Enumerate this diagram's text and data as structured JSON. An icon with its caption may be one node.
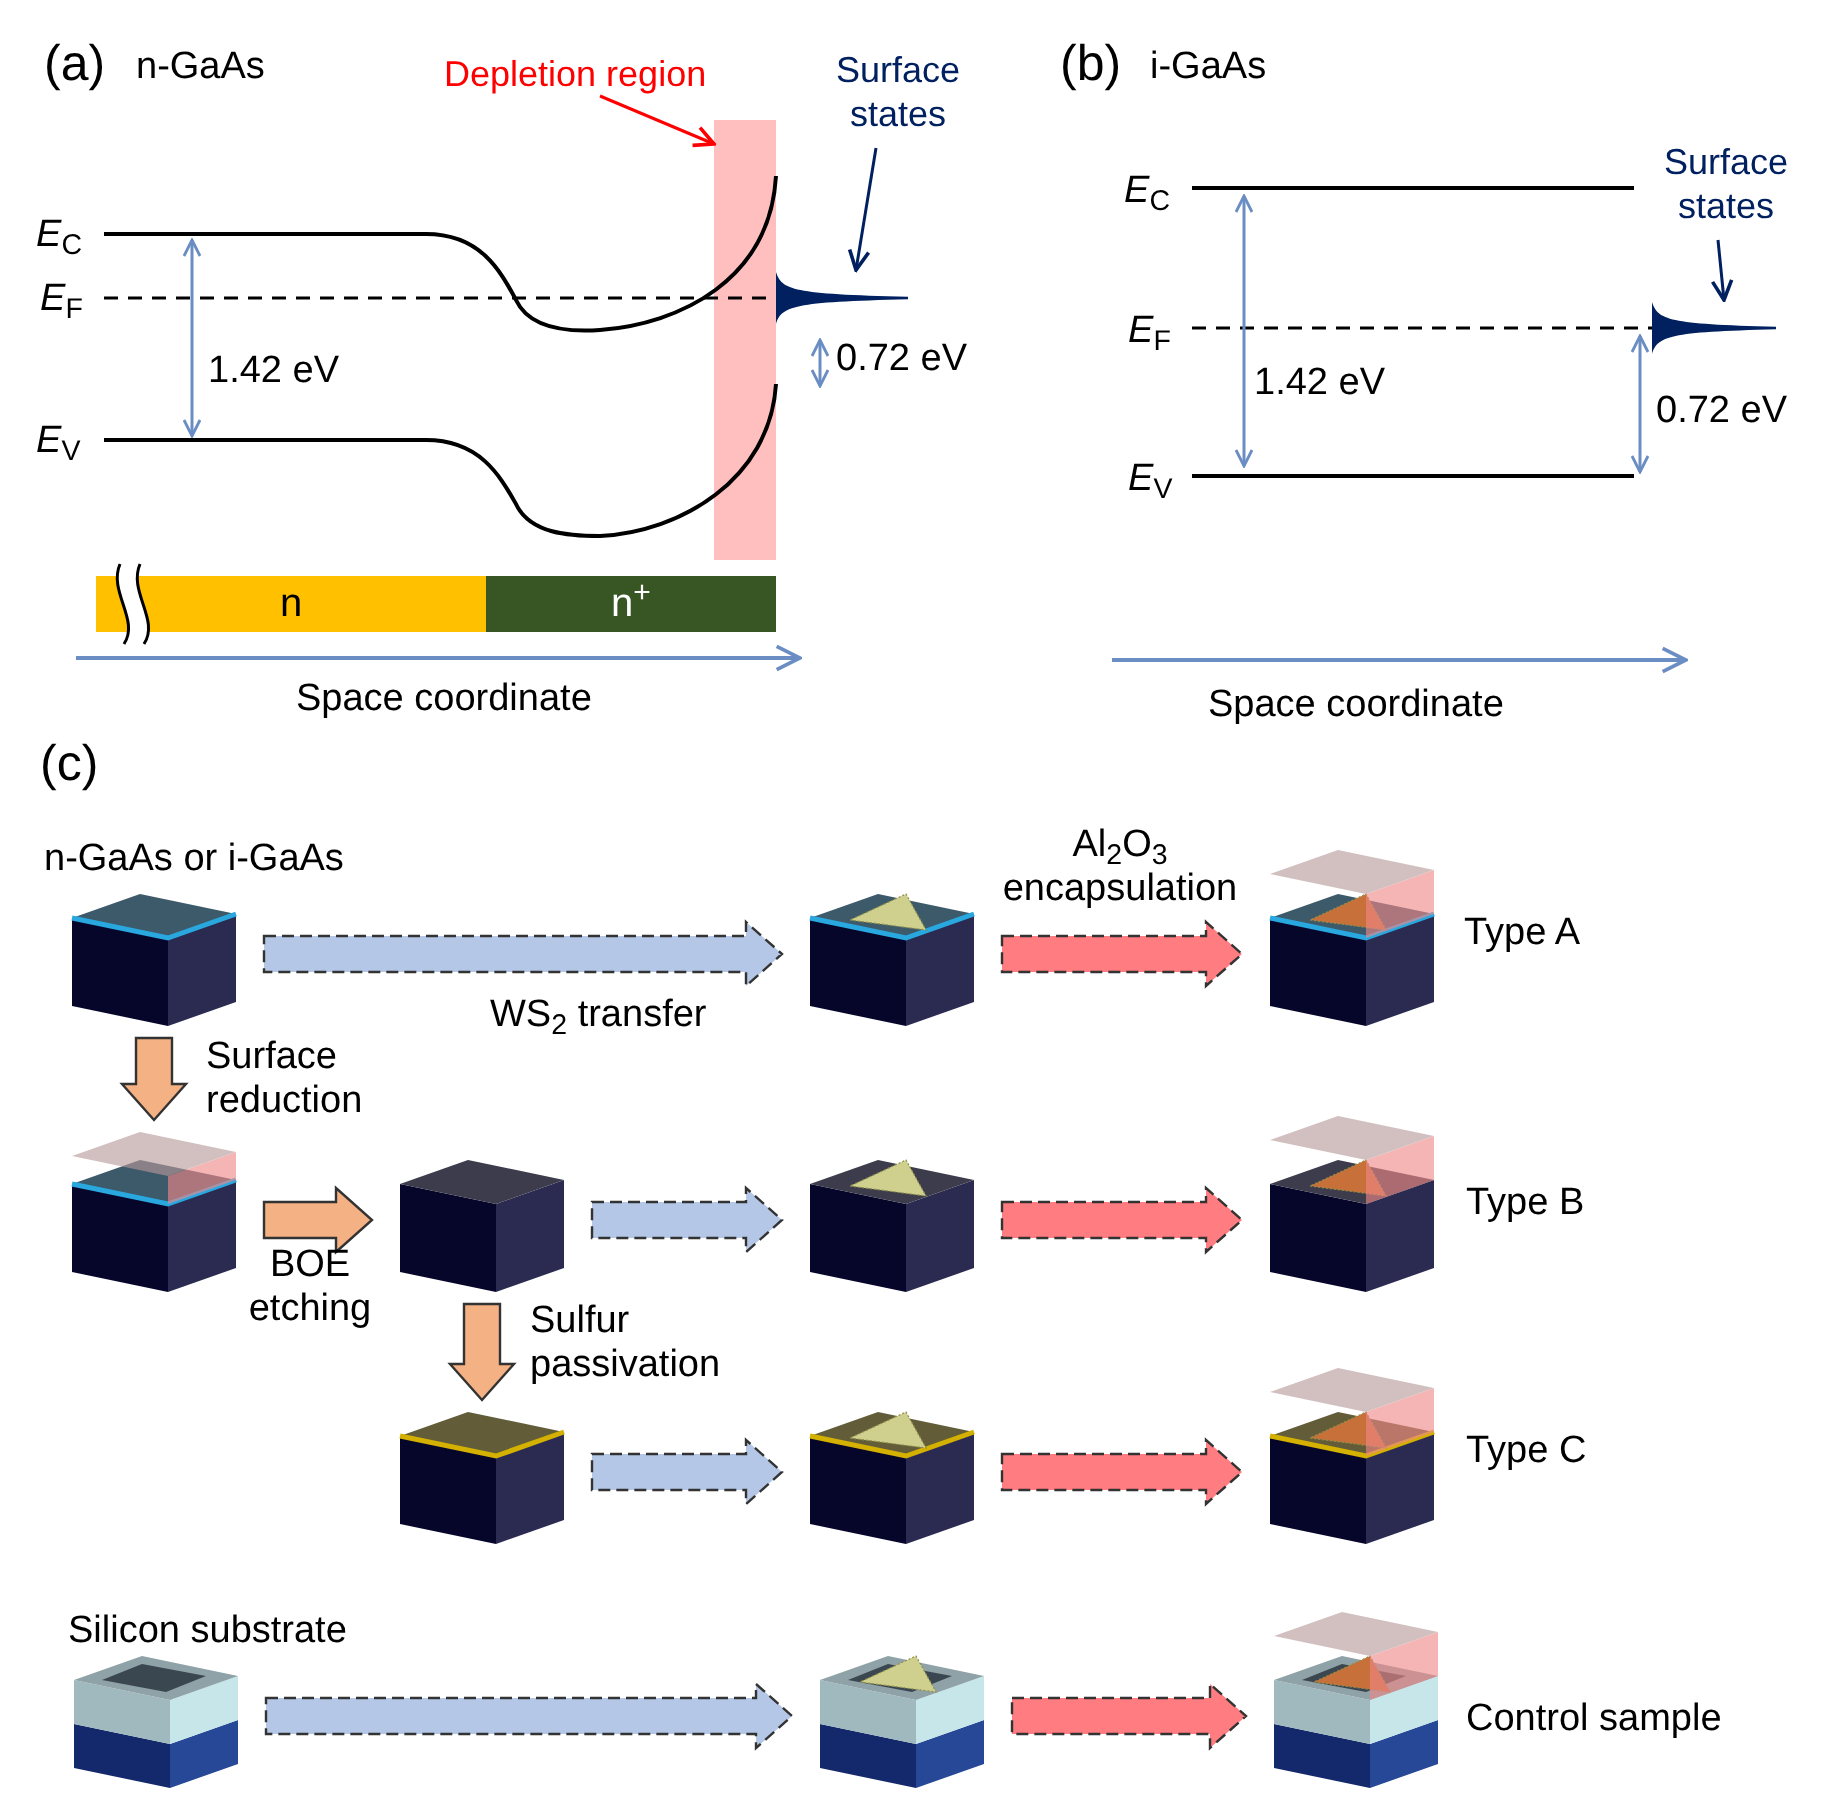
{
  "diagram": {
    "nodes": [
      {
        "text": [
          "Depletion region"
        ]
      },
      {
        "text": [
          "Surface states"
        ]
      },
      {
        "text": [],
        "shape": "bar"
      },
      {
        "text": [],
        "shape": "peak"
      },
      {
        "text": [
          "n"
        ]
      },
      {
        "text": [
          "n$^{+}$"
        ]
      },
      {
        "text": [
          "Surface states"
        ]
      },
      {
        "text": [],
        "shape": "peak"
      },
      {
        "text": [],
        "shape": "picture",
        "beside": [
          "n-GaAs or i-GaAs"
        ]
      },
      {
        "text": [],
        "shape": "picture"
      },
      {
        "text": [],
        "shape": "picture",
        "beside": [
          "Type A"
        ]
      },
      {
        "text": [],
        "shape": "picture"
      },
      {
        "text": [],
        "shape": "picture"
      },
      {
        "text": [],
        "shape": "picture"
      },
      {
        "text": [],
        "shape": "picture",
        "beside": [
          "Type B"
        ]
      },
      {
        "text": [],
        "shape": "picture"
      },
      {
        "text": [],
        "shape": "picture"
      },
      {
        "text": [],
        "shape": "picture",
        "beside": [
          "Type C"
        ]
      },
      {
        "text": [],
        "shape": "picture",
        "beside": [
          "Silicon substrate"
        ]
      },
      {
        "text": [],
        "shape": "picture"
      },
      {
        "text": [],
        "shape": "picture",
        "beside": [
          "Control sample"
        ]
      }
    ],
    "edges": [
      {
        "from": 0,
        "to": 2,
        "arrow": "to",
        "color": "#ff0000"
      },
      {
        "from": 1,
        "to": 3,
        "arrow": "to",
        "color": "#002060"
      },
      {
        "from": 6,
        "to": 7,
        "arrow": "to",
        "color": "#002060"
      },
      {
        "from": 8,
        "to": 9,
        "arrow": "to",
        "label": "WS$_{2}$ transfer",
        "style": "dashed",
        "color": "#b4c7e7"
      },
      {
        "from": 9,
        "to": 10,
        "arrow": "to",
        "label": "Al$_{2}$O$_{3}$ encapsulation",
        "style": "dashed",
        "color": "#ff7c80"
      },
      {
        "from": 8,
        "to": 11,
        "arrow": "to",
        "label": "Surface reduction",
        "color": "#f4b183"
      },
      {
        "from": 11,
        "to": 12,
        "arrow": "to",
        "label": "BOE etching",
        "color": "#f4b183"
      },
      {
        "from": 12,
        "to": 13,
        "arrow": "to",
        "style": "dashed",
        "color": "#b4c7e7"
      },
      {
        "from": 13,
        "to": 14,
        "arrow": "to",
        "style": "dashed",
        "color": "#ff7c80"
      },
      {
        "from": 12,
        "to": 15,
        "arrow": "to",
        "label": "Sulfur passivation",
        "color": "#f4b183"
      },
      {
        "from": 15,
        "to": 16,
        "arrow": "to",
        "style": "dashed",
        "color": "#b4c7e7"
      },
      {
        "from": 16,
        "to": 17,
        "arrow": "to",
        "style": "dashed",
        "color": "#ff7c80"
      },
      {
        "from": 18,
        "to": 19,
        "arrow": "to",
        "style": "dashed",
        "color": "#b4c7e7"
      },
      {
        "from": 19,
        "to": 20,
        "arrow": "to",
        "style": "dashed",
        "color": "#ff7c80"
      }
    ],
    "labels": [
      "(a)",
      "n-GaAs",
      "*E*$_{C}$",
      "*E*$_{F}$",
      "*E*$_{V}$",
      "1.42 eV",
      "0.72 eV",
      "Space coordinate",
      "(b)",
      "i-GaAs",
      "*E*$_{C}$",
      "*E*$_{F}$",
      "*E*$_{V}$",
      "1.42 eV",
      "0.72 eV",
      "Space coordinate",
      "(c)"
    ]
  }
}
